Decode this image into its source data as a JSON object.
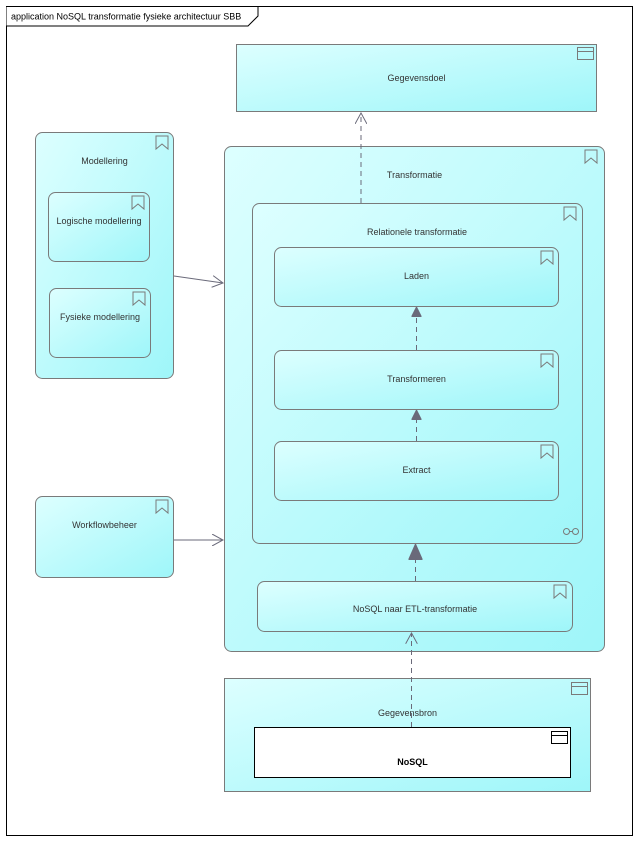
{
  "frame": {
    "title": "application NoSQL transformatie fysieke architectuur SBB"
  },
  "colors": {
    "fill_light": "#d8ffff",
    "fill_dark": "#9ff8fa",
    "stroke": "#7a7a7a",
    "connector": "#6a6a7a",
    "text": "#333333"
  },
  "elements": {
    "gegevensdoel": {
      "label": "Gegevensdoel",
      "icon": "component-icon"
    },
    "modellering": {
      "label": "Modellering",
      "icon": "bookmark-icon"
    },
    "logische_modellering": {
      "label": "Logische modellering",
      "icon": "bookmark-icon"
    },
    "fysieke_modellering": {
      "label": "Fysieke modellering",
      "icon": "bookmark-icon"
    },
    "transformatie": {
      "label": "Transformatie",
      "icon": "bookmark-icon"
    },
    "relationele_transformatie": {
      "label": "Relationele transformatie",
      "icon": "bookmark-icon"
    },
    "laden": {
      "label": "Laden",
      "icon": "bookmark-icon"
    },
    "transformeren": {
      "label": "Transformeren",
      "icon": "bookmark-icon"
    },
    "extract": {
      "label": "Extract",
      "icon": "bookmark-icon"
    },
    "workflowbeheer": {
      "label": "Workflowbeheer",
      "icon": "bookmark-icon"
    },
    "nosql_etl": {
      "label": "NoSQL naar ETL-transformatie",
      "icon": "bookmark-icon"
    },
    "gegevensbron": {
      "label": "Gegevensbron",
      "icon": "component-icon"
    },
    "nosql": {
      "label": "NoSQL",
      "icon": "component-icon"
    }
  }
}
